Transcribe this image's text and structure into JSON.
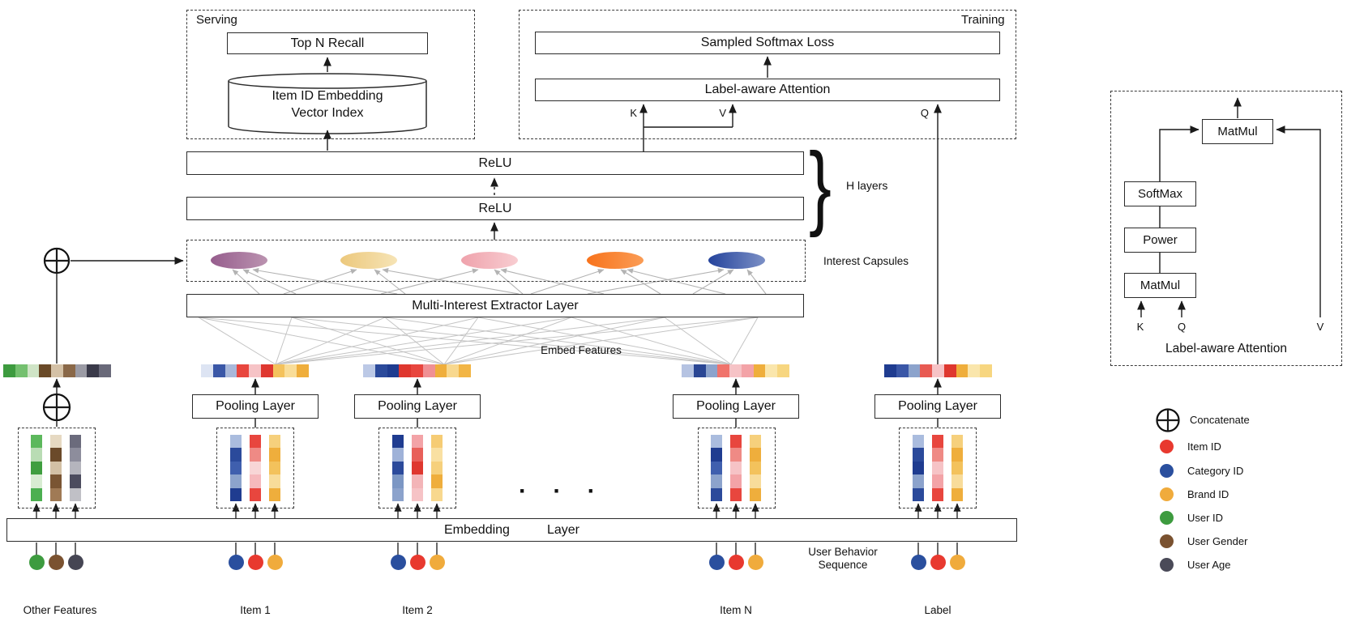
{
  "serving": {
    "label": "Serving",
    "top_n_recall": "Top N Recall",
    "index_line1": "Item ID Embedding",
    "index_line2": "Vector Index"
  },
  "training": {
    "label": "Training",
    "loss": "Sampled Softmax Loss",
    "attention": "Label-aware Attention",
    "k": "K",
    "v": "V",
    "q": "Q"
  },
  "mlp": {
    "relu": "ReLU",
    "h_layers": "H layers",
    "brace": "}"
  },
  "capsules": {
    "label": "Interest Capsules",
    "colors": [
      [
        "#965d8d",
        "#bb93b0"
      ],
      [
        "#ecc87c",
        "#f6e4b6"
      ],
      [
        "#efa2ac",
        "#f8cdd1"
      ],
      [
        "#f8731c",
        "#fa9c55"
      ],
      [
        "#24439c",
        "#7c90c6"
      ]
    ]
  },
  "extractor": {
    "label": "Multi-Interest Extractor Layer"
  },
  "pooling": {
    "label": "Pooling Layer"
  },
  "embedding": {
    "word1": "Embedding",
    "word2": "Layer"
  },
  "side_labels": {
    "embed_features": "Embed Features",
    "user_behavior1": "User Behavior",
    "user_behavior2": "Sequence",
    "ellipsis": "· · ·"
  },
  "columns": {
    "other": {
      "label": "Other Features",
      "hstrip": [
        "#3d9b3f",
        "#74c06f",
        "#cfe4c6",
        "#6a4a28",
        "#d4c1a6",
        "#8a6848",
        "#9b9ba5",
        "#3a3a4a",
        "#696979"
      ],
      "vstrips": [
        [
          "#5cb85c",
          "#b9dcb4",
          "#3f9e3f",
          "#d8ecd2",
          "#4caf50"
        ],
        [
          "#e6d9c2",
          "#6b4a2a",
          "#d3c0a5",
          "#7a5533",
          "#a07a55"
        ],
        [
          "#6b6b7c",
          "#8d8d9c",
          "#b5b5bd",
          "#4c4c5e",
          "#c0c0c6"
        ]
      ],
      "dots": [
        "#3d9b3f",
        "#7a5230",
        "#454553"
      ]
    },
    "item1": {
      "label": "Item 1",
      "hstrip": [
        "#dde4f3",
        "#3a57a7",
        "#a9b8da",
        "#e8463e",
        "#f6c3c6",
        "#df372f",
        "#f4c25c",
        "#f9dd98",
        "#efae3c"
      ],
      "vstrips": [
        [
          "#aabcde",
          "#2b4a9b",
          "#3f5fae",
          "#8ca3cc",
          "#1f3c90"
        ],
        [
          "#e8463e",
          "#ef8a85",
          "#f8d6d6",
          "#f6b9bc",
          "#e8463e"
        ],
        [
          "#f6d07c",
          "#efae3c",
          "#f3c25c",
          "#f8dc9a",
          "#efae3c"
        ]
      ],
      "dots": [
        "#2a4f9e",
        "#e8392f",
        "#f0ab3c"
      ]
    },
    "item2": {
      "label": "Item 2",
      "hstrip": [
        "#bcc9e6",
        "#2b4a9b",
        "#1f3c90",
        "#df372f",
        "#e8463e",
        "#f09094",
        "#efae3c",
        "#f8d88e",
        "#f2b545"
      ],
      "vstrips": [
        [
          "#1f3c90",
          "#9fb2d8",
          "#2b4a9b",
          "#7c97c4",
          "#8ca3cc"
        ],
        [
          "#f3a3a7",
          "#e8605a",
          "#df372f",
          "#f3b5b8",
          "#f6c3c6"
        ],
        [
          "#f6cc74",
          "#f9e0a2",
          "#f6d07c",
          "#efae3c",
          "#f8d88e"
        ]
      ],
      "dots": [
        "#2a4f9e",
        "#e8392f",
        "#f0ab3c"
      ]
    },
    "itemN": {
      "label": "Item N",
      "hstrip": [
        "#b5c3e2",
        "#2a4694",
        "#8ca3cc",
        "#f0736b",
        "#f6c3c6",
        "#f3a3a7",
        "#efae3c",
        "#fae6ac",
        "#f7d680"
      ],
      "vstrips": [
        [
          "#aabcde",
          "#1f3c90",
          "#3f5fae",
          "#8ca3cc",
          "#2b4a9b"
        ],
        [
          "#e8463e",
          "#ef8a85",
          "#f6c3c6",
          "#f3a3a7",
          "#e8463e"
        ],
        [
          "#f6d07c",
          "#efae3c",
          "#f3c25c",
          "#f8dc9a",
          "#efae3c"
        ]
      ],
      "dots": [
        "#2a4f9e",
        "#e8392f",
        "#f0ab3c"
      ]
    },
    "label": {
      "label": "Label",
      "hstrip": [
        "#1f3c90",
        "#3a57a7",
        "#8ca3cc",
        "#e85a52",
        "#f6c3c6",
        "#df372f",
        "#efae3c",
        "#fae6ac",
        "#f7d680"
      ],
      "vstrips": [
        [
          "#aabcde",
          "#2b4a9b",
          "#1f3c90",
          "#8ca3cc",
          "#2b4a9b"
        ],
        [
          "#e8463e",
          "#ef8a85",
          "#f6c3c6",
          "#f3a3a7",
          "#e8463e"
        ],
        [
          "#f6d07c",
          "#efae3c",
          "#f3c25c",
          "#f8dc9a",
          "#efae3c"
        ]
      ],
      "dots": [
        "#2a4f9e",
        "#e8392f",
        "#f0ab3c"
      ]
    }
  },
  "attention_detail": {
    "matmul_top": "MatMul",
    "softmax": "SoftMax",
    "power": "Power",
    "matmul_bottom": "MatMul",
    "k": "K",
    "q": "Q",
    "v": "V",
    "caption": "Label-aware Attention"
  },
  "legend": {
    "concatenate": "Concatenate",
    "items": [
      {
        "label": "Item ID",
        "color": "#e8392f"
      },
      {
        "label": "Category ID",
        "color": "#2a4f9e"
      },
      {
        "label": "Brand ID",
        "color": "#f0ab3c"
      },
      {
        "label": "User ID",
        "color": "#3d9b3f"
      },
      {
        "label": "User Gender",
        "color": "#7a5230"
      },
      {
        "label": "User Age",
        "color": "#4a4a58"
      }
    ]
  }
}
